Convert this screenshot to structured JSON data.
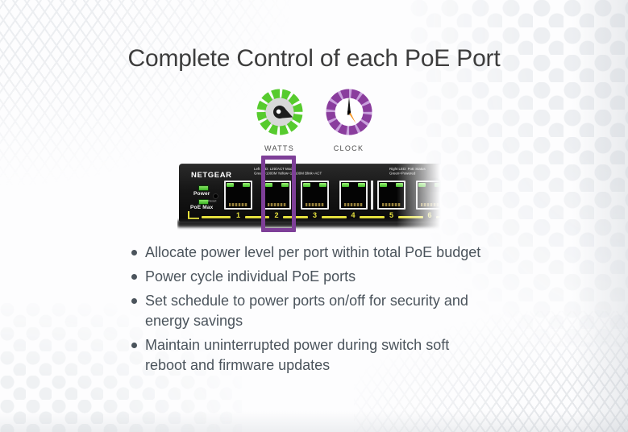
{
  "title": "Complete Control of each PoE Port",
  "icons": [
    {
      "name": "watts-gauge",
      "label": "WATTS"
    },
    {
      "name": "clock",
      "label": "CLOCK"
    }
  ],
  "colors": {
    "watts_ring": "#57CB2E",
    "watts_face": "#D8D8D8",
    "needle": "#1D1D1D",
    "clock_ring": "#8A3D9D",
    "clock_ring_light": "#C9A0DC",
    "hour_hand": "#141414",
    "minute_hand": "#F7941E",
    "highlight_purple": "#7E3F98",
    "port_number_yellow": "#E6E23E",
    "led_green": "#54CC38"
  },
  "switch": {
    "brand": "NETGEAR",
    "power_label": "Power",
    "poe_max_label": "PoE Max",
    "reset_label": "Reset",
    "info_left_line1": "Left LED: Link/ACT Mode",
    "info_left_line2": "Green=1000M  Yellow=10/100M  Blink=ACT",
    "info_right_line1": "Right LED: PoE Status",
    "info_right_line2": "Green=Powered",
    "port_numbers": [
      "1",
      "2",
      "3",
      "4",
      "5",
      "6"
    ],
    "highlighted_port": "2"
  },
  "bullets": [
    {
      "lines": [
        "Allocate power level per port within total PoE budget"
      ]
    },
    {
      "lines": [
        "Power cycle individual PoE ports"
      ]
    },
    {
      "lines": [
        "Set schedule to power ports on/off for security and",
        "energy savings"
      ]
    },
    {
      "lines": [
        "Maintain uninterrupted power during switch soft",
        "reboot and firmware updates"
      ]
    }
  ]
}
